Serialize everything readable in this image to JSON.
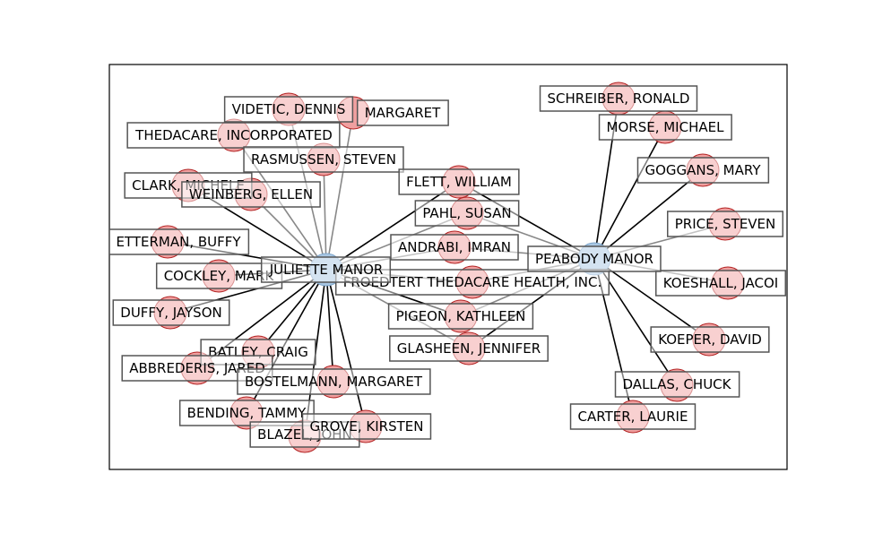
{
  "graph": {
    "hubs": [
      {
        "id": "juliette",
        "label": "JULIETTE MANOR"
      },
      {
        "id": "peabody",
        "label": "PEABODY MANOR"
      }
    ],
    "nodes": [
      {
        "id": "schreiber",
        "label": "SCHREIBER, RONALD",
        "links": [
          "peabody"
        ]
      },
      {
        "id": "morse",
        "label": "MORSE, MICHAEL",
        "links": [
          "peabody"
        ]
      },
      {
        "id": "goggans",
        "label": "GOGGANS, MARY",
        "links": [
          "peabody"
        ]
      },
      {
        "id": "price",
        "label": "PRICE, STEVEN",
        "links": [
          "peabody"
        ]
      },
      {
        "id": "koeshall",
        "label": "KOESHALL, JACOI",
        "links": [
          "peabody"
        ]
      },
      {
        "id": "koeper",
        "label": "KOEPER, DAVID",
        "links": [
          "peabody"
        ]
      },
      {
        "id": "dallas",
        "label": "DALLAS, CHUCK",
        "links": [
          "peabody"
        ]
      },
      {
        "id": "carter",
        "label": "CARTER, LAURIE",
        "links": [
          "peabody"
        ]
      },
      {
        "id": "videtic",
        "label": "VIDETIC, DENNIS",
        "links": [
          "juliette"
        ]
      },
      {
        "id": "margaret1",
        "label": "MARGARET",
        "links": [
          "juliette"
        ]
      },
      {
        "id": "thedacare",
        "label": "THEDACARE, INCORPORATED",
        "links": [
          "juliette"
        ]
      },
      {
        "id": "rasmussen",
        "label": "RASMUSSEN, STEVEN",
        "links": [
          "juliette"
        ]
      },
      {
        "id": "clark",
        "label": "CLARK, MICHELE",
        "links": [
          "juliette"
        ]
      },
      {
        "id": "weinberg",
        "label": "WEINBERG, ELLEN",
        "links": [
          "juliette"
        ]
      },
      {
        "id": "etterman",
        "label": "ETTERMAN, BUFFY",
        "links": [
          "juliette"
        ]
      },
      {
        "id": "cockley",
        "label": "COCKLEY, MARK",
        "links": [
          "juliette"
        ]
      },
      {
        "id": "duffy",
        "label": "DUFFY, JAYSON",
        "links": [
          "juliette"
        ]
      },
      {
        "id": "batley",
        "label": "BATLEY, CRAIG",
        "links": [
          "juliette"
        ]
      },
      {
        "id": "abbrederis",
        "label": "ABBREDERIS, JARED",
        "links": [
          "juliette"
        ]
      },
      {
        "id": "bostelmann",
        "label": "BOSTELMANN, MARGARET",
        "links": [
          "juliette"
        ]
      },
      {
        "id": "bending",
        "label": "BENDING, TAMMY",
        "links": [
          "juliette"
        ]
      },
      {
        "id": "blazel",
        "label": "BLAZEL, JOHN",
        "links": [
          "juliette"
        ]
      },
      {
        "id": "grove",
        "label": "GROVE, KIRSTEN",
        "links": [
          "juliette"
        ]
      },
      {
        "id": "flett",
        "label": "FLETT, WILLIAM",
        "links": [
          "juliette",
          "peabody"
        ]
      },
      {
        "id": "pahl",
        "label": "PAHL, SUSAN",
        "links": [
          "juliette",
          "peabody"
        ]
      },
      {
        "id": "andrabi",
        "label": "ANDRABI, IMRAN",
        "links": [
          "juliette",
          "peabody"
        ]
      },
      {
        "id": "froedtert",
        "label": "FROEDTERT THEDACARE HEALTH, INC.",
        "links": [
          "juliette",
          "peabody"
        ]
      },
      {
        "id": "pigeon",
        "label": "PIGEON, KATHLEEN",
        "links": [
          "juliette",
          "peabody"
        ]
      },
      {
        "id": "glasheen",
        "label": "GLASHEEN, JENNIFER",
        "links": [
          "juliette",
          "peabody"
        ]
      }
    ],
    "colors": {
      "hub_fill": "#a9c7e3",
      "node_fill": "#f0a0a0",
      "node_edge": "#b22222",
      "edge": "#000000",
      "label_box_edge": "#555555",
      "label_box_fill": "#ffffff"
    }
  }
}
